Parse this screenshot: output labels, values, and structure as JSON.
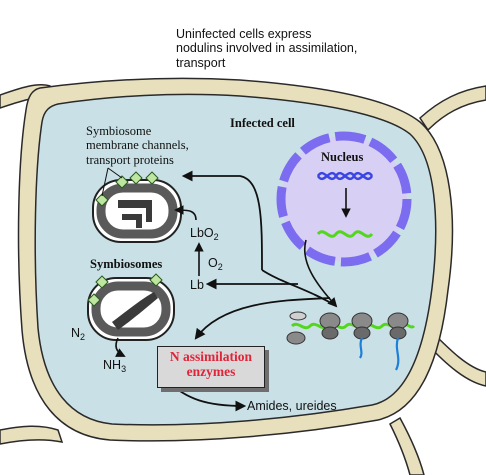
{
  "labels": {
    "uninfected_line1": "Uninfected cells express",
    "uninfected_line2": "nodulins involved in assimilation,",
    "uninfected_line3": "transport",
    "infected_cell": "Infected cell",
    "symbiosome_channels_line1": "Symbiosome",
    "symbiosome_channels_line2": "membrane channels,",
    "symbiosome_channels_line3": "transport proteins",
    "nucleus": "Nucleus",
    "symbiosomes": "Symbiosomes",
    "lbo2_main": "LbO",
    "lbo2_sub": "2",
    "o2_main": "O",
    "o2_sub": "2",
    "lb": "Lb",
    "n2_main": "N",
    "n2_sub": "2",
    "nh3_main": "NH",
    "nh3_sub": "3",
    "enzymes_line1": "N assimilation",
    "enzymes_line2": "enzymes",
    "amides": "Amides, ureides"
  },
  "colors": {
    "cell_wall": "#e8dfbd",
    "cell_interior": "#c9e1e6",
    "nucleus": "#7b6cf0",
    "dna": "#3b46e3",
    "mrna": "#54d61f",
    "highlight_red": "#e0243a"
  }
}
